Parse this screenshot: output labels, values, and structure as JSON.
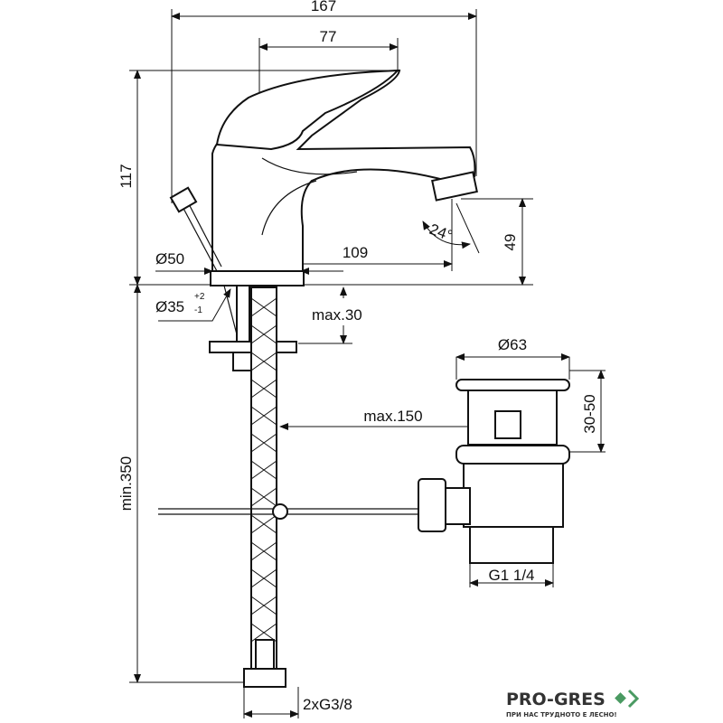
{
  "dimensions": {
    "overall_width": "167",
    "handle_width": "77",
    "overall_height": "117",
    "spout_height": "49",
    "spout_reach": "109",
    "base_diameter": "Ø50",
    "hole_diameter": "Ø35",
    "hole_tol_plus": "+2",
    "hole_tol_minus": "-1",
    "max_deck": "max.30",
    "waste_diameter": "Ø63",
    "waste_height": "30-50",
    "rod_length": "max.150",
    "hose_length": "min.350",
    "waste_thread": "G1 1/4",
    "hose_thread": "2xG3/8",
    "spout_angle": "24°"
  },
  "logo": {
    "name": "PRO-GRES",
    "tagline": "ПРИ НАС ТРУДНОТО Е ЛЕСНО!",
    "color": "#4a9a62"
  }
}
